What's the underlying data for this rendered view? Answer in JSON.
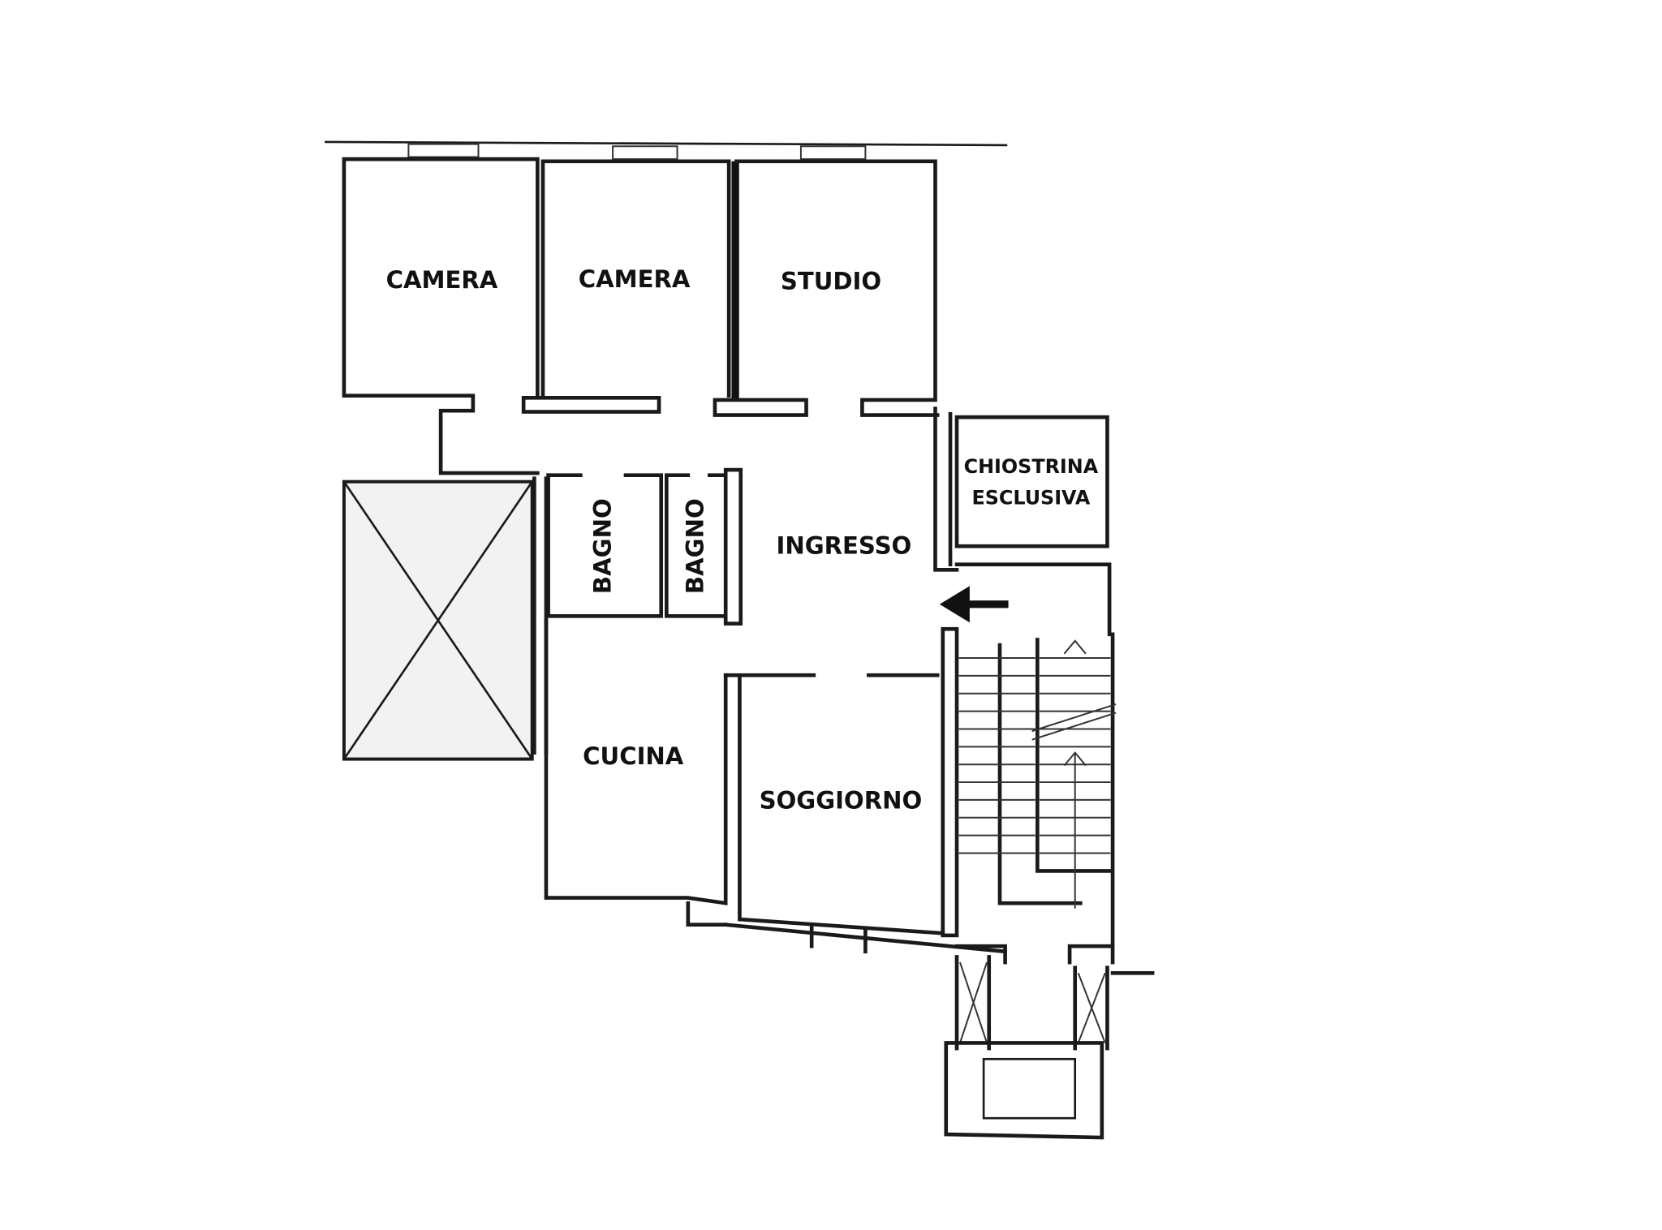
{
  "floor_plan": {
    "rooms": {
      "camera_1": "CAMERA",
      "camera_2": "CAMERA",
      "studio": "STUDIO",
      "chiostrina_line1": "CHIOSTRINA",
      "chiostrina_line2": "ESCLUSIVA",
      "ingresso": "INGRESSO",
      "bagno_1": "BAGNO",
      "bagno_2": "BAGNO",
      "cucina": "CUCINA",
      "soggiorno": "SOGGIORNO"
    },
    "entrance_arrow_direction": "left",
    "colors": {
      "lines": "#1a1a1a",
      "background": "#ffffff",
      "void_fill": "#f2f2f2"
    }
  }
}
